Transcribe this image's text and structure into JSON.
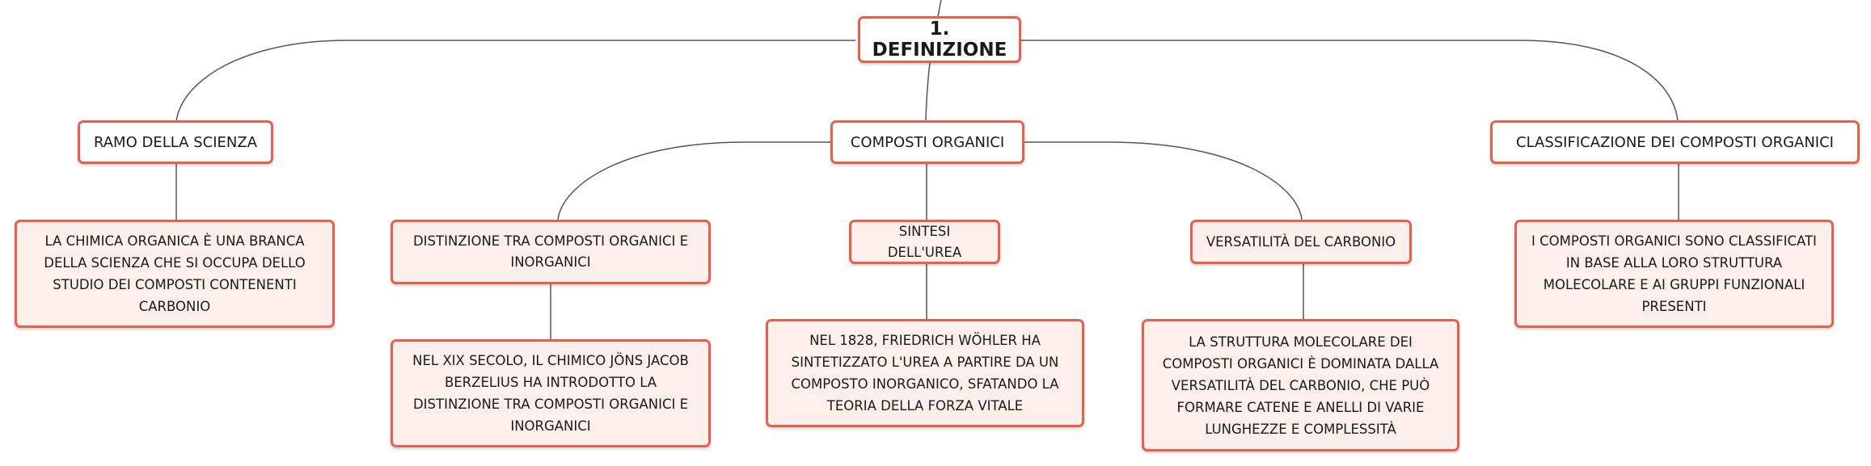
{
  "diagram": {
    "root": "1. DEFINIZIONE",
    "branches": {
      "ramo": {
        "title": "RAMO DELLA SCIENZA",
        "detail": "LA CHIMICA ORGANICA È UNA BRANCA DELLA SCIENZA CHE SI OCCUPA DELLO STUDIO DEI COMPOSTI CONTENENTI CARBONIO"
      },
      "composti": {
        "title": "COMPOSTI ORGANICI",
        "children": {
          "distinzione": {
            "title": "DISTINZIONE TRA COMPOSTI ORGANICI E INORGANICI",
            "detail": "NEL XIX SECOLO, IL CHIMICO JÖNS JACOB BERZELIUS HA INTRODOTTO LA DISTINZIONE TRA COMPOSTI ORGANICI E INORGANICI"
          },
          "sintesi": {
            "title": "SINTESI DELL'UREA",
            "detail": "NEL 1828, FRIEDRICH WÖHLER HA SINTETIZZATO L'UREA A PARTIRE DA UN COMPOSTO INORGANICO, SFATANDO LA TEORIA DELLA FORZA VITALE"
          },
          "versatilita": {
            "title": "VERSATILITÀ DEL CARBONIO",
            "detail": "LA STRUTTURA MOLECOLARE DEI COMPOSTI ORGANICI È DOMINATA DALLA VERSATILITÀ DEL CARBONIO, CHE PUÒ FORMARE CATENE E ANELLI DI VARIE LUNGHEZZE E COMPLESSITÀ"
          }
        }
      },
      "classificazione": {
        "title": "CLASSIFICAZIONE DEI COMPOSTI ORGANICI",
        "detail": "I COMPOSTI ORGANICI SONO CLASSIFICATI IN BASE ALLA LORO STRUTTURA MOLECOLARE E AI GRUPPI FUNZIONALI PRESENTI"
      }
    }
  },
  "colors": {
    "node_border": "#e8604c",
    "node_fill": "#fdf0ec",
    "connector": "#555555"
  }
}
